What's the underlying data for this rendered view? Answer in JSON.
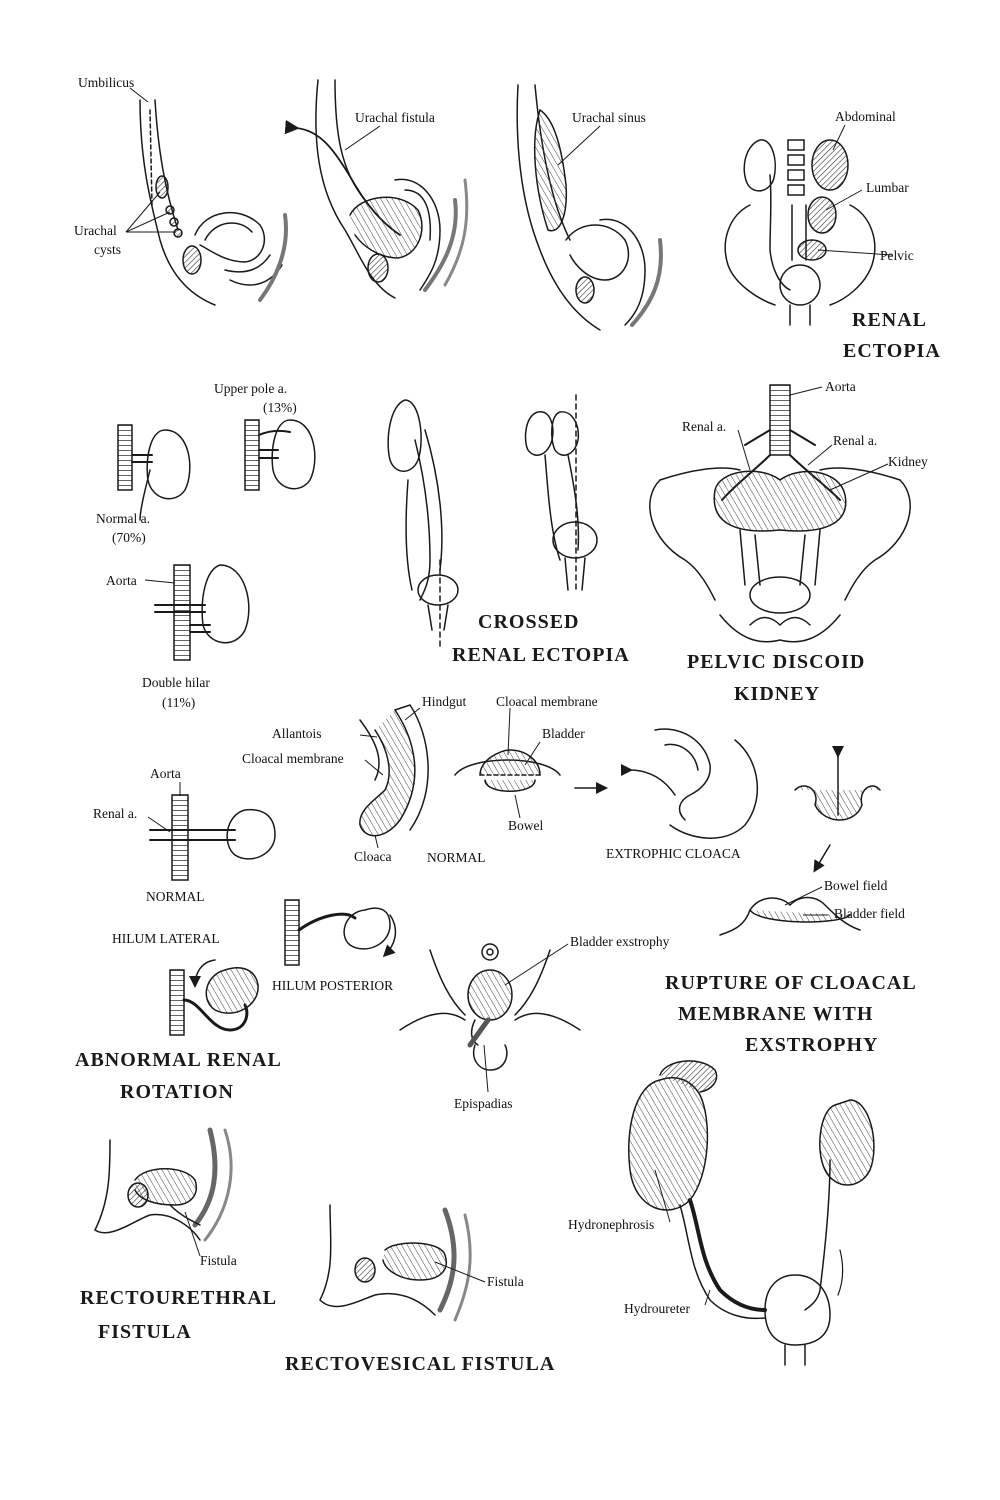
{
  "labels": {
    "umbilicus": "Umbilicus",
    "urachal_cysts_1": "Urachal",
    "urachal_cysts_2": "cysts",
    "urachal_fistula": "Urachal fistula",
    "urachal_sinus": "Urachal sinus",
    "abdominal": "Abdominal",
    "lumbar": "Lumbar",
    "pelvic": "Pelvic",
    "upper_pole_a": "Upper pole a.",
    "upper_pole_pct": "(13%)",
    "normal_a": "Normal a.",
    "normal_a_pct": "(70%)",
    "aorta_1": "Aorta",
    "double_hilar": "Double hilar",
    "double_hilar_pct": "(11%)",
    "aorta_2": "Aorta",
    "renal_a_left": "Renal a.",
    "renal_a_right": "Renal a.",
    "kidney": "Kidney",
    "hindgut": "Hindgut",
    "cloacal_membrane_top": "Cloacal membrane",
    "allantois": "Allantois",
    "cloacal_membrane_left": "Cloacal membrane",
    "bladder": "Bladder",
    "bowel": "Bowel",
    "cloaca": "Cloaca",
    "normal_cloaca": "NORMAL",
    "extrophic_cloaca": "EXTROPHIC CLOACA",
    "aorta_3": "Aorta",
    "renal_a_3": "Renal a.",
    "normal_kidney": "NORMAL",
    "bowel_field": "Bowel field",
    "bladder_field": "Bladder field",
    "hilum_lateral": "HILUM LATERAL",
    "hilum_posterior": "HILUM POSTERIOR",
    "bladder_exstrophy": "Bladder exstrophy",
    "epispadias": "Epispadias",
    "fistula_1": "Fistula",
    "fistula_2": "Fistula",
    "hydronephrosis": "Hydronephrosis",
    "hydroureter": "Hydroureter"
  },
  "titles": {
    "renal_ectopia_1": "RENAL",
    "renal_ectopia_2": "ECTOPIA",
    "crossed_1": "CROSSED",
    "crossed_2": "RENAL ECTOPIA",
    "pelvic_discoid_1": "PELVIC DISCOID",
    "pelvic_discoid_2": "KIDNEY",
    "rupture_1": "RUPTURE OF CLOACAL",
    "rupture_2": "MEMBRANE WITH",
    "rupture_3": "EXSTROPHY",
    "abnormal_1": "ABNORMAL RENAL",
    "abnormal_2": "ROTATION",
    "rectourethral_1": "RECTOURETHRAL",
    "rectourethral_2": "FISTULA",
    "rectovesical": "RECTOVESICAL FISTULA"
  },
  "colors": {
    "ink": "#1a1a1a",
    "shade": "#9a9a9a",
    "paper": "#ffffff"
  }
}
